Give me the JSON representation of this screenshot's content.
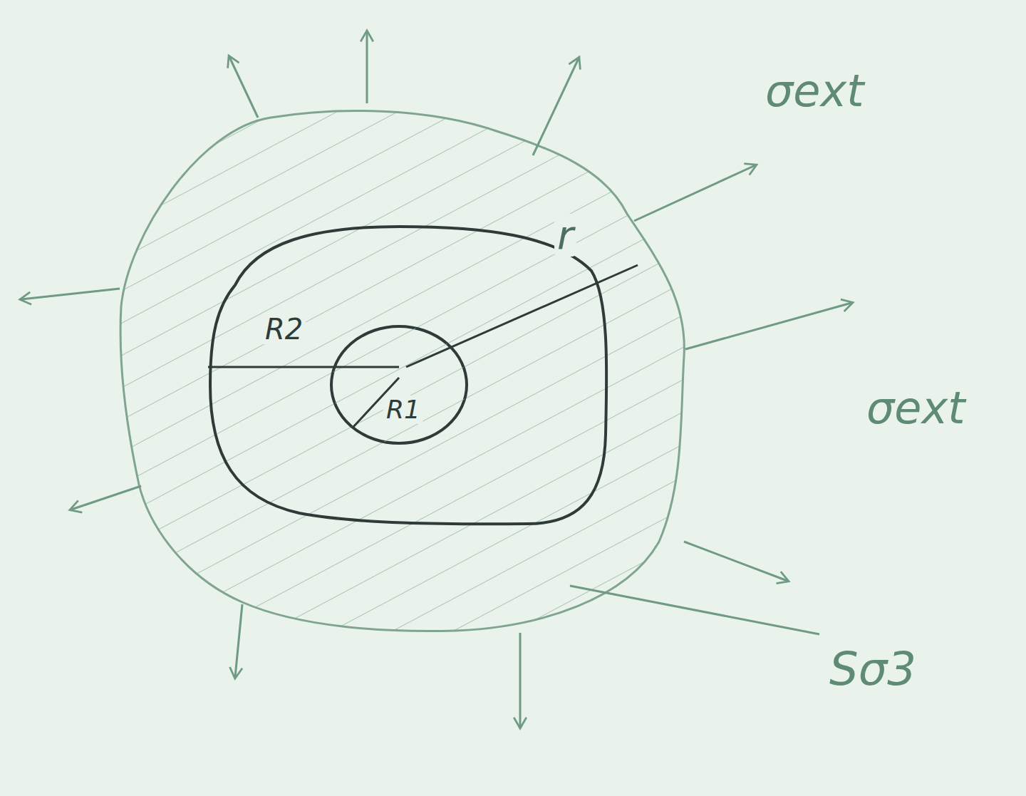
{
  "diagram": {
    "labels": [
      "σext",
      "σext",
      "r",
      "R2",
      "R1",
      "Sσ3"
    ]
  }
}
